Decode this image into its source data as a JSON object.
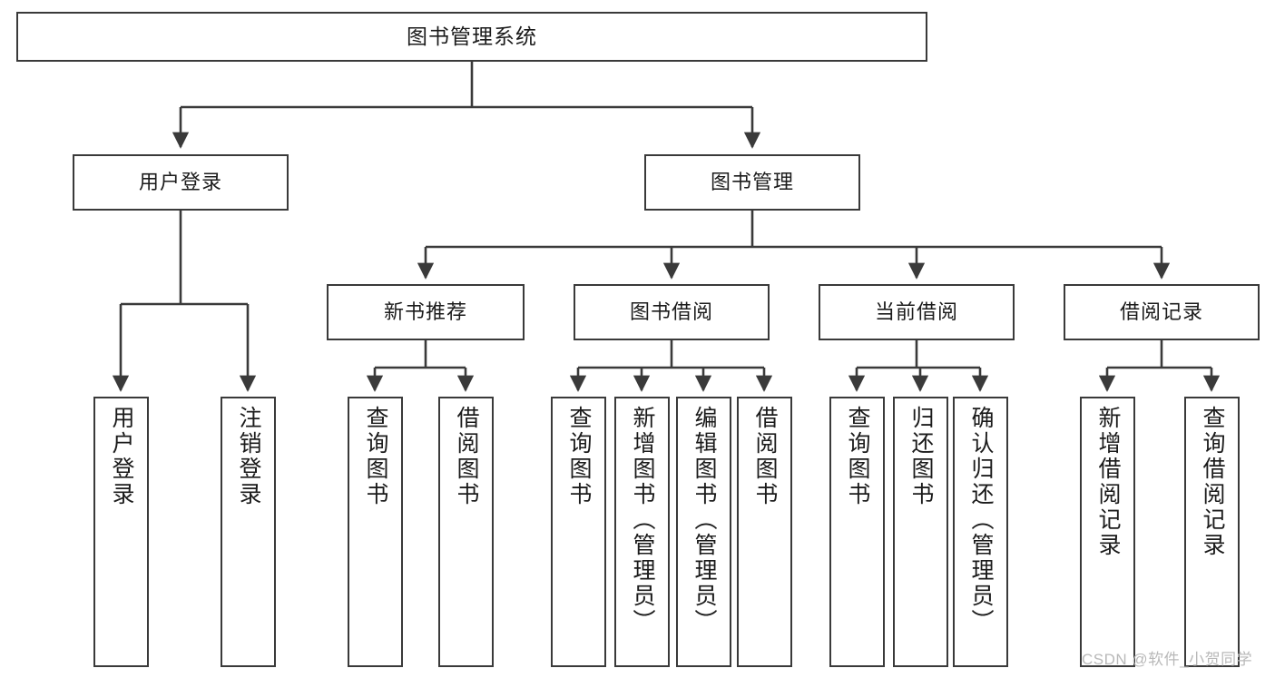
{
  "diagram": {
    "title": "图书管理系统",
    "type": "tree-hierarchy-diagram",
    "root": {
      "label": "图书管理系统"
    },
    "level2": [
      {
        "label": "用户登录"
      },
      {
        "label": "图书管理"
      }
    ],
    "level3": [
      {
        "label": "新书推荐"
      },
      {
        "label": "图书借阅"
      },
      {
        "label": "当前借阅"
      },
      {
        "label": "借阅记录"
      }
    ],
    "leaves": {
      "user_login": [
        {
          "label": "用户登录"
        },
        {
          "label": "注销登录"
        }
      ],
      "new_book_recommend": [
        {
          "label": "查询图书"
        },
        {
          "label": "借阅图书"
        }
      ],
      "book_borrow": [
        {
          "label": "查询图书"
        },
        {
          "label": "新增图书（管理员）"
        },
        {
          "label": "编辑图书（管理员）"
        },
        {
          "label": "借阅图书"
        }
      ],
      "current_borrow": [
        {
          "label": "查询图书"
        },
        {
          "label": "归还图书"
        },
        {
          "label": "确认归还（管理员）"
        }
      ],
      "borrow_record": [
        {
          "label": "新增借阅记录"
        },
        {
          "label": "查询借阅记录"
        }
      ]
    }
  },
  "watermark": {
    "text": "CSDN @软件_小贺同学"
  },
  "colors": {
    "stroke": "#3a3a3a",
    "background": "#ffffff",
    "text": "#1b1b1b",
    "watermark": "#b9b9b9"
  }
}
